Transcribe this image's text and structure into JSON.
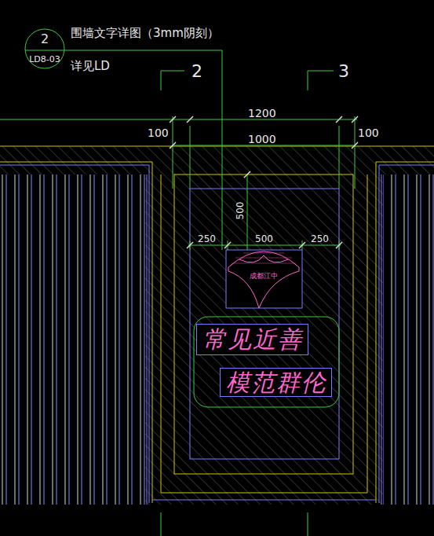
{
  "diagram": {
    "nodes": [
      {
        "text": [
          "2",
          "LD8-03"
        ]
      },
      {
        "text": [
          "成都江中"
        ]
      },
      {
        "text": [
          "常见近善"
        ]
      },
      {
        "text": [
          "模范群伦"
        ]
      }
    ],
    "labels": [
      "围墙文字详图（3mm阴刻）",
      "详见LD",
      "2",
      "3",
      "1200",
      "100",
      "1000",
      "100",
      "500",
      "250",
      "500",
      "250"
    ]
  }
}
